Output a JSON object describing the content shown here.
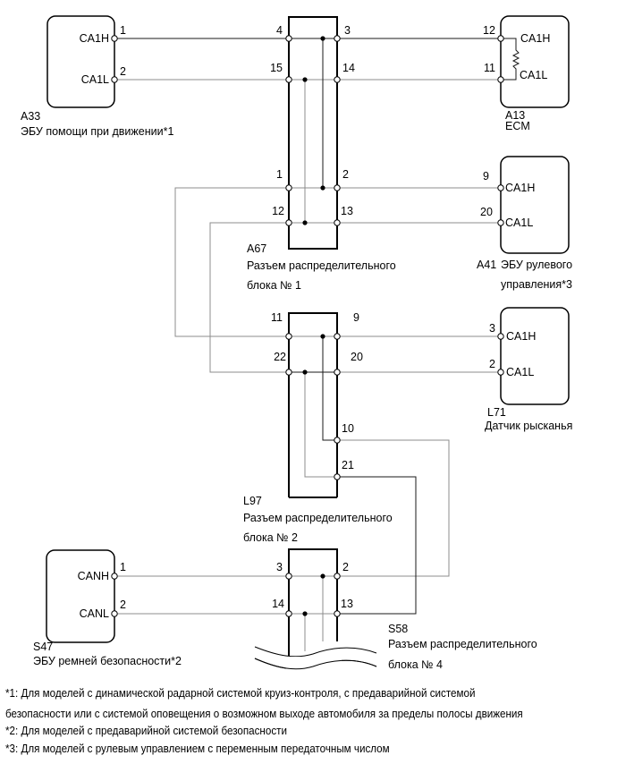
{
  "components": {
    "a33": {
      "id": "A33",
      "name": "ЭБУ помощи при движении*1",
      "pins": [
        {
          "num": "1",
          "signal": "CA1H"
        },
        {
          "num": "2",
          "signal": "CA1L"
        }
      ]
    },
    "a13": {
      "id": "A13",
      "name": "ECM",
      "pins": [
        {
          "num": "12",
          "signal": "CA1H"
        },
        {
          "num": "11",
          "signal": "CA1L"
        }
      ]
    },
    "a41": {
      "id": "A41",
      "name_line1": "ЭБУ рулевого",
      "name_line2": "управления*3",
      "pins": [
        {
          "num": "9",
          "signal": "CA1H"
        },
        {
          "num": "20",
          "signal": "CA1L"
        }
      ]
    },
    "l71": {
      "id": "L71",
      "name": "Датчик рысканья",
      "pins": [
        {
          "num": "3",
          "signal": "CA1H"
        },
        {
          "num": "2",
          "signal": "CA1L"
        }
      ]
    },
    "s47": {
      "id": "S47",
      "name": "ЭБУ ремней безопасности*2",
      "pins": [
        {
          "num": "1",
          "signal": "CANH"
        },
        {
          "num": "2",
          "signal": "CANL"
        }
      ]
    }
  },
  "junctions": {
    "a67": {
      "id": "A67",
      "name_line1": "Разъем распределительного",
      "name_line2": "блока № 1",
      "pins": {
        "p4": "4",
        "p3": "3",
        "p15": "15",
        "p14": "14",
        "p1": "1",
        "p2": "2",
        "p12": "12",
        "p13": "13"
      }
    },
    "l97": {
      "id": "L97",
      "name_line1": "Разъем распределительного",
      "name_line2": "блока № 2",
      "pins": {
        "p11": "11",
        "p9": "9",
        "p22": "22",
        "p20": "20",
        "p10": "10",
        "p21": "21"
      }
    },
    "s58": {
      "id": "S58",
      "name_line1": "Разъем распределительного",
      "name_line2": "блока № 4",
      "pins": {
        "p3": "3",
        "p2": "2",
        "p14": "14",
        "p13": "13"
      }
    }
  },
  "footnotes": [
    "*1: Для моделей с динамической радарной системой круиз-контроля, с предаварийной системой",
    "безопасности или с системой оповещения о возможном выходе автомобиля за пределы полосы движения",
    "*2: Для моделей с предаварийной системой безопасности",
    "*3: Для моделей с рулевым управлением с переменным передаточным числом"
  ],
  "colors": {
    "wire_high": "#1a1a1a",
    "wire_low": "#8c8c8c"
  }
}
